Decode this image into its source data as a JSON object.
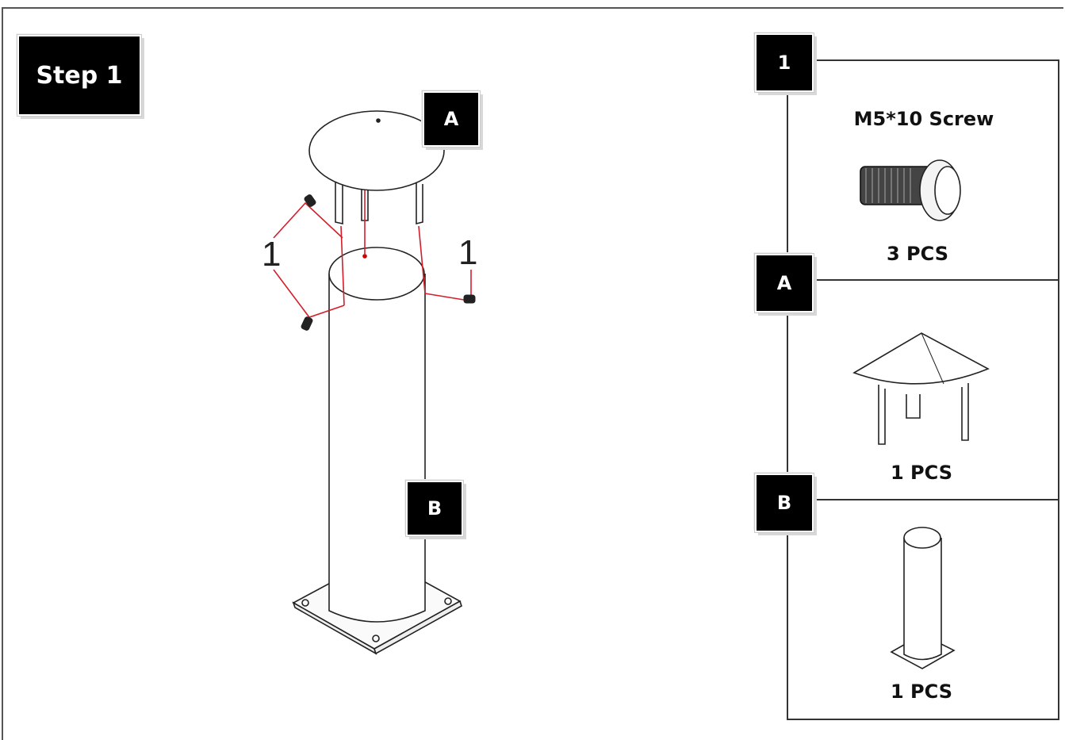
{
  "diagram": {
    "step_label": "Step 1",
    "callouts": {
      "screw_left": "1",
      "screw_right": "1",
      "cap": "A",
      "post": "B"
    }
  },
  "parts_list": {
    "items": [
      {
        "tag": "1",
        "name": "M5*10 Screw",
        "qty": "3 PCS"
      },
      {
        "tag": "A",
        "name": "",
        "qty": "1 PCS"
      },
      {
        "tag": "B",
        "name": "",
        "qty": "1 PCS"
      }
    ]
  },
  "colors": {
    "tag_background": "#000000",
    "tag_text": "#ffffff",
    "callout_line": "#d21f2b",
    "drawing_line": "#222222"
  }
}
